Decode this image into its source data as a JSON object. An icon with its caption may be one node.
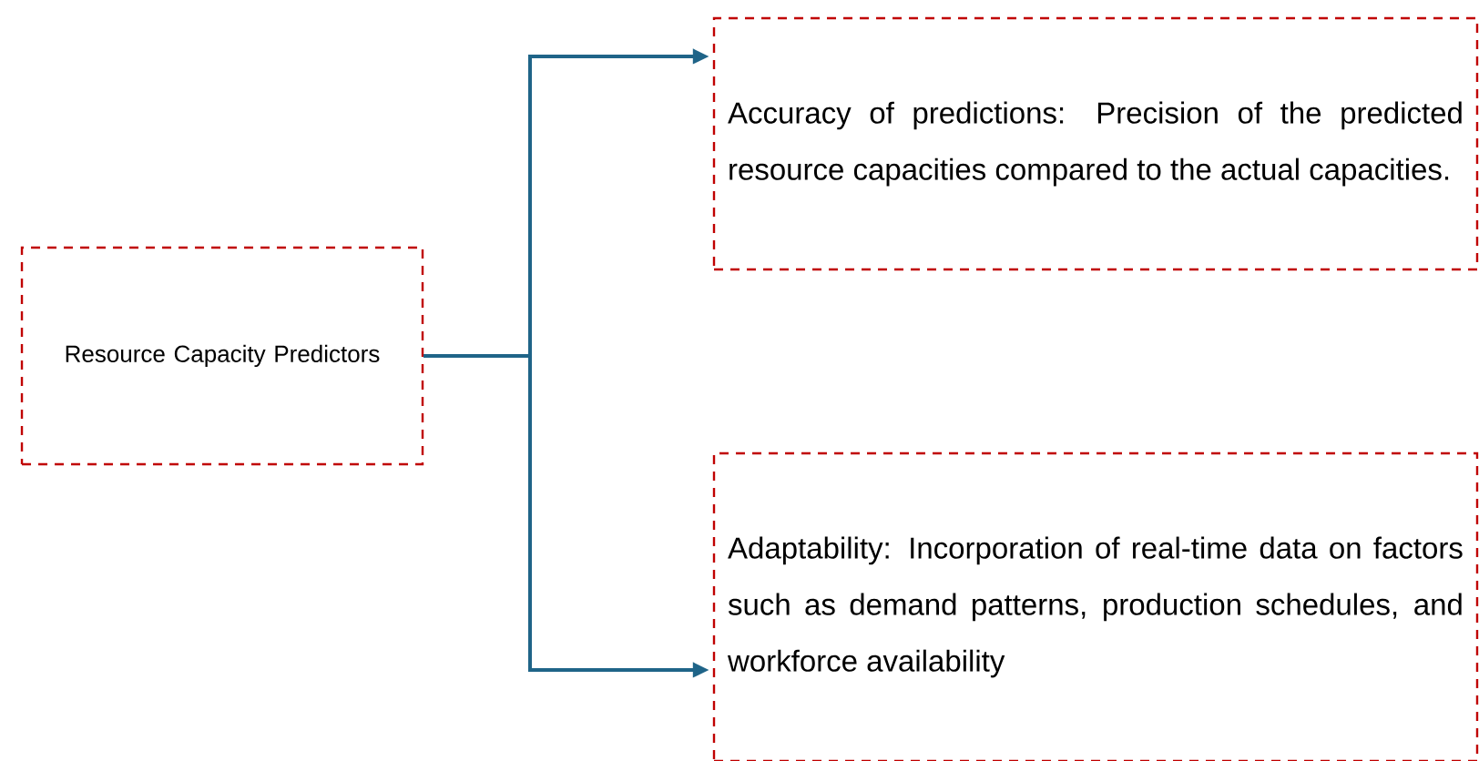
{
  "diagram": {
    "nodes": [
      {
        "text": [
          "Resource Capacity Predictors"
        ]
      },
      {
        "text": [
          "Accuracy of predictions: Precision of the predicted resource capacities compared to the actual capacities."
        ]
      },
      {
        "text": [
          "Adaptability: Incorporation of real-time data on factors such as demand patterns, production schedules, and workforce availability"
        ]
      }
    ],
    "edges": [
      {
        "from": 0,
        "to": 1,
        "arrow": "to"
      },
      {
        "from": 0,
        "to": 2,
        "arrow": "to"
      }
    ]
  }
}
